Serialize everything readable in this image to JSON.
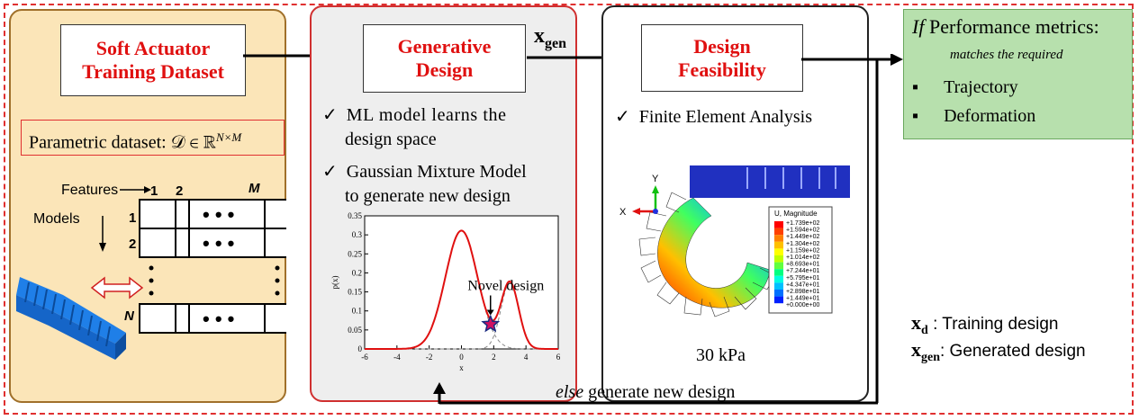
{
  "panel1": {
    "title_line1": "Soft Actuator",
    "title_line2": "Training Dataset",
    "param_label": "Parametric dataset: 𝒟 ∈ ℝ",
    "param_sup": "N×M",
    "features_label": "Features",
    "models_label": "Models",
    "col1": "1",
    "col2": "2",
    "colM": "M",
    "row1": "1",
    "row2": "2",
    "rowN": "N",
    "dots": "• • •"
  },
  "arrows": {
    "xd": "x",
    "xd_sub": "d",
    "xgen": "x",
    "xgen_sub": "gen"
  },
  "panel2": {
    "title_line1": "Generative",
    "title_line2": "Design",
    "bullet1_line1": "ML model learns the",
    "bullet1_line2": "design space",
    "bullet2_line1": "Gaussian Mixture Model",
    "bullet2_line2": "to generate new design",
    "check": "✓"
  },
  "chart_data": {
    "type": "line",
    "xlabel": "x",
    "ylabel": "p(x)",
    "xlim": [
      -6,
      6
    ],
    "ylim": [
      0,
      0.35
    ],
    "xticks": [
      "-6",
      "-4",
      "-2",
      "0",
      "2",
      "4",
      "6"
    ],
    "yticks": [
      "0",
      "0.05",
      "0.1",
      "0.15",
      "0.2",
      "0.25",
      "0.3",
      "0.35"
    ],
    "mixture": {
      "components": [
        {
          "mean": 0,
          "sd": 1.0,
          "weight": 0.78
        },
        {
          "mean": 3,
          "sd": 0.55,
          "weight": 0.24
        }
      ]
    },
    "annotation": "Novel design",
    "novel_point": {
      "x": 1.8,
      "y": 0.065
    }
  },
  "panel3": {
    "title_line1": "Design",
    "title_line2": "Feasibility",
    "bullet1": "Finite Element Analysis",
    "check": "✓",
    "pressure": "30 kPa",
    "axis_x": "X",
    "axis_y": "Y",
    "legend_title": "U, Magnitude",
    "legend_values": [
      "+1.739e+02",
      "+1.594e+02",
      "+1.449e+02",
      "+1.304e+02",
      "+1.159e+02",
      "+1.014e+02",
      "+8.693e+01",
      "+7.244e+01",
      "+5.795e+01",
      "+4.347e+01",
      "+2.898e+01",
      "+1.449e+01",
      "+0.000e+00"
    ],
    "legend_colors": [
      "#ff0000",
      "#ff4000",
      "#ff8000",
      "#ffc000",
      "#ffff00",
      "#c0ff00",
      "#60ff40",
      "#00ff80",
      "#00ffe0",
      "#00c0ff",
      "#0070ff",
      "#0020ff",
      "#0000c0"
    ]
  },
  "panel4": {
    "if": "If",
    "title": " Performance metrics:",
    "subtitle": "matches the required",
    "items": [
      "Trajectory",
      "Deformation"
    ],
    "bullet": "▪"
  },
  "legend": {
    "xd": "x",
    "xd_sub": "d",
    "xd_text": " : Training design",
    "xgen": "x",
    "xgen_sub": "gen",
    "xgen_text": ": Generated design"
  },
  "feedback": {
    "else": "else",
    "text": " generate new design"
  }
}
